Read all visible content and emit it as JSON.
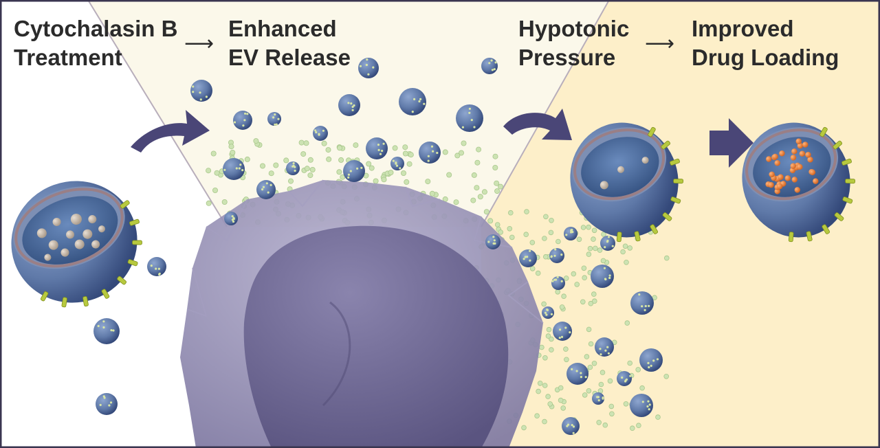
{
  "labels": {
    "step1_line1": "Cytochalasin B",
    "step1_line2": "Treatment",
    "step2_line1": "Enhanced",
    "step2_line2": "EV Release",
    "step3_line1": "Hypotonic",
    "step3_line2": "Pressure",
    "step4_line1": "Improved",
    "step4_line2": "Drug Loading",
    "arrow_glyph": "⟶"
  },
  "colors": {
    "left_panel": "#ffffff",
    "center_panel": "#fbf8ea",
    "right_panel": "#fdefc9",
    "border": "#3a3550",
    "cell": "#8e88ad",
    "nucleus": "#6b6590",
    "vesicle": "#5f79a8",
    "vesicle_dark": "#3c5584",
    "small_particle": "#cde3b3",
    "flow_arrow": "#4a4677",
    "surface_protein": "#b7c93f",
    "cargo_native": "#cfc3b6",
    "cargo_drug": "#e8823a"
  },
  "icons": [
    "curved-arrow-icon",
    "straight-arrow-icon",
    "vesicle-icon",
    "cell-icon"
  ]
}
